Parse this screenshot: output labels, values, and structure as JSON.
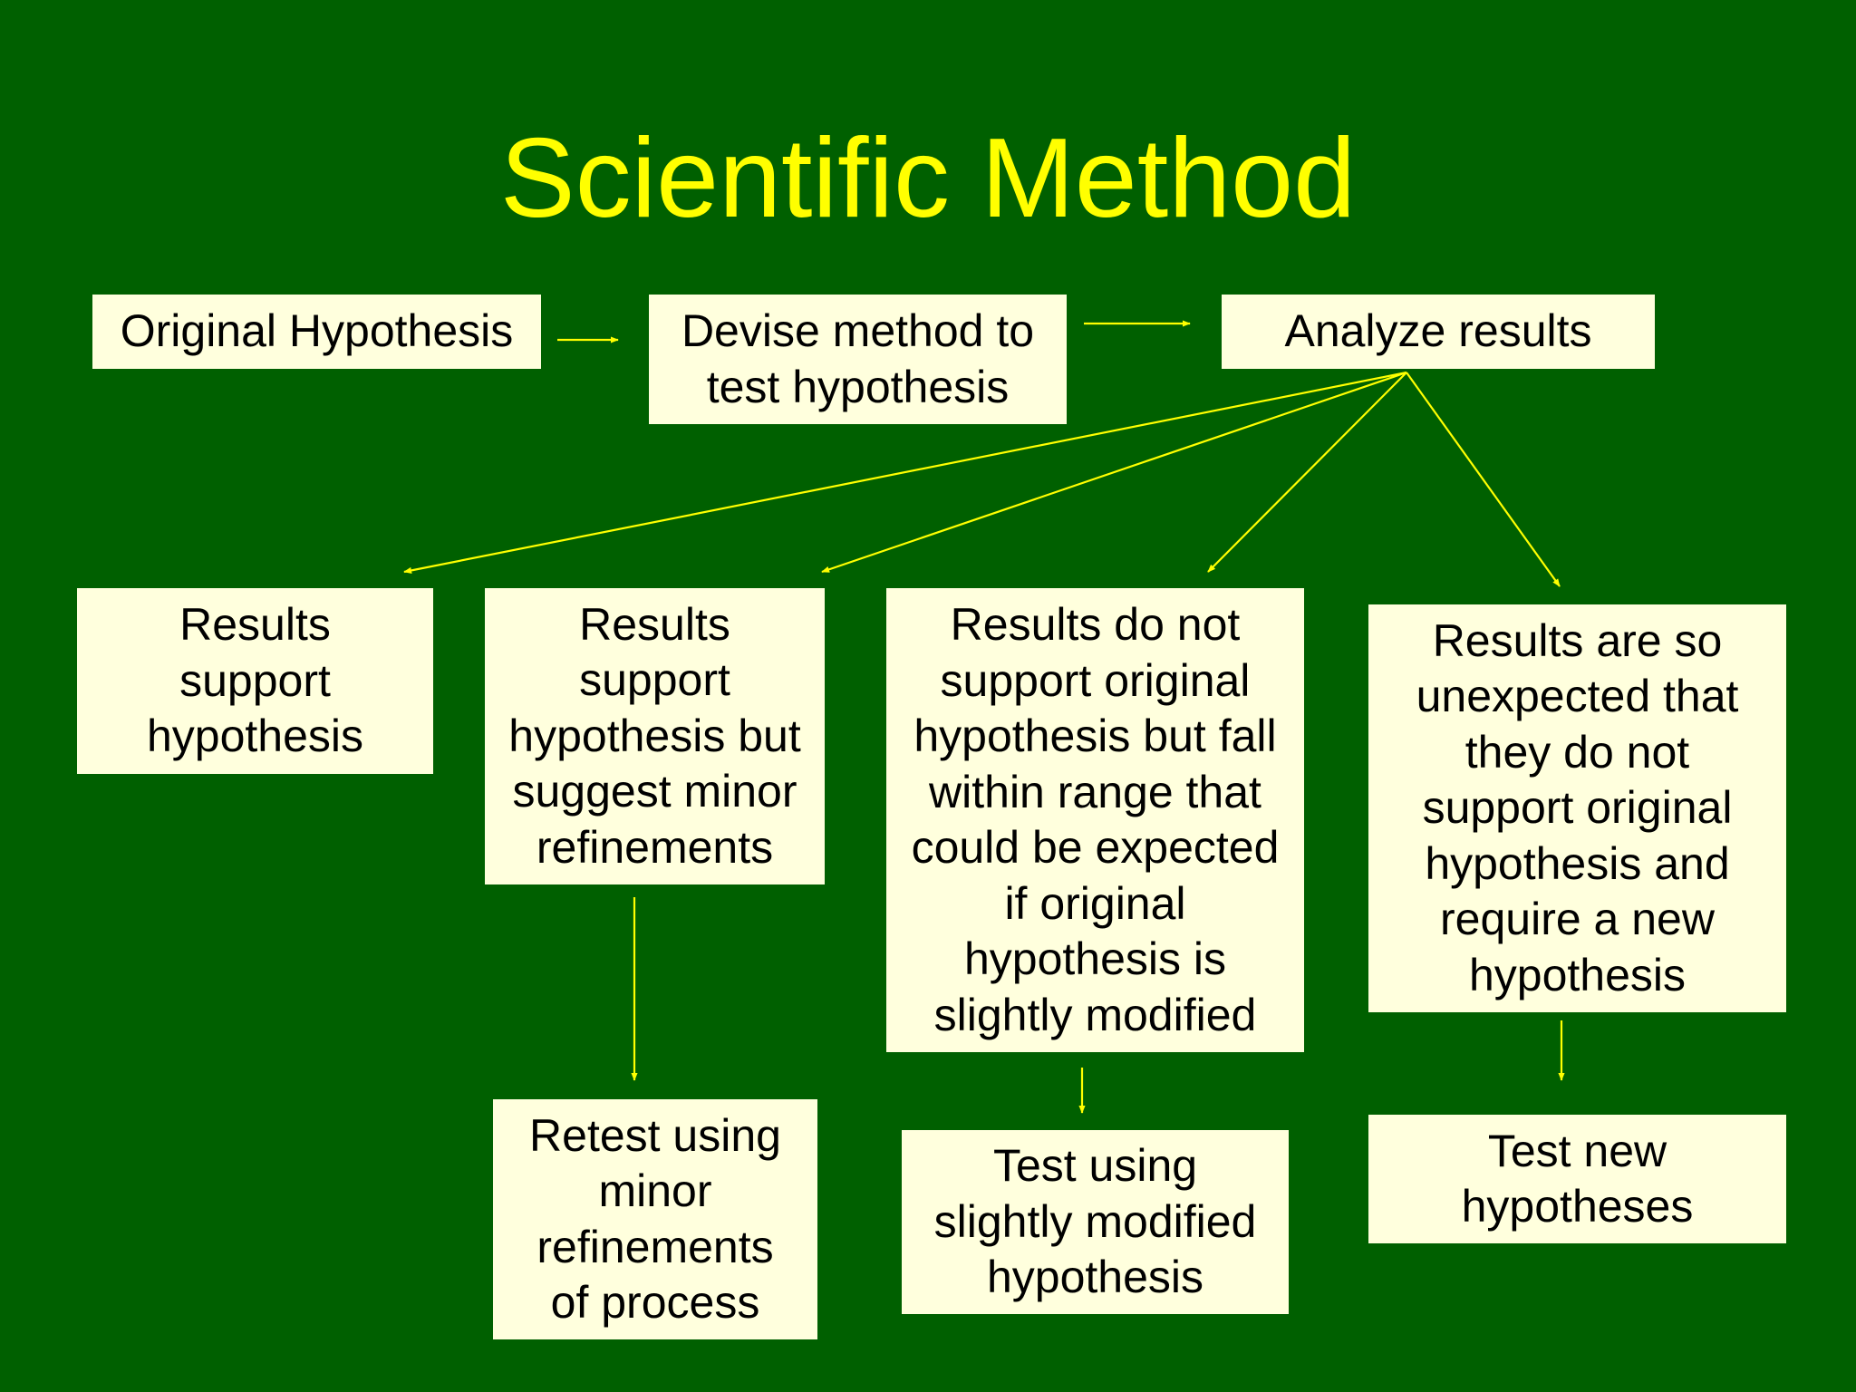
{
  "title": "Scientific Method",
  "colors": {
    "background": "#006000",
    "title": "#ffff00",
    "box_fill": "#ffffdd",
    "arrow": "#ffff00"
  },
  "boxes": {
    "original_hypothesis": "Original Hypothesis",
    "devise_method": "Devise method to\ntest hypothesis",
    "analyze_results": "Analyze results",
    "results_support": "Results\nsupport\nhypothesis",
    "results_minor": "Results\nsupport\nhypothesis but\nsuggest minor\nrefinements",
    "results_slight": "Results do not\nsupport original\nhypothesis but fall\nwithin range that\ncould be expected\nif original\nhypothesis is\nslightly modified",
    "results_unexpected": "Results are so\nunexpected that\nthey do not\nsupport original\nhypothesis and\nrequire a new\nhypothesis",
    "retest_minor": "Retest using\nminor\nrefinements\nof process",
    "test_modified": "Test using\nslightly modified\nhypothesis",
    "test_new": "Test new\nhypotheses"
  }
}
